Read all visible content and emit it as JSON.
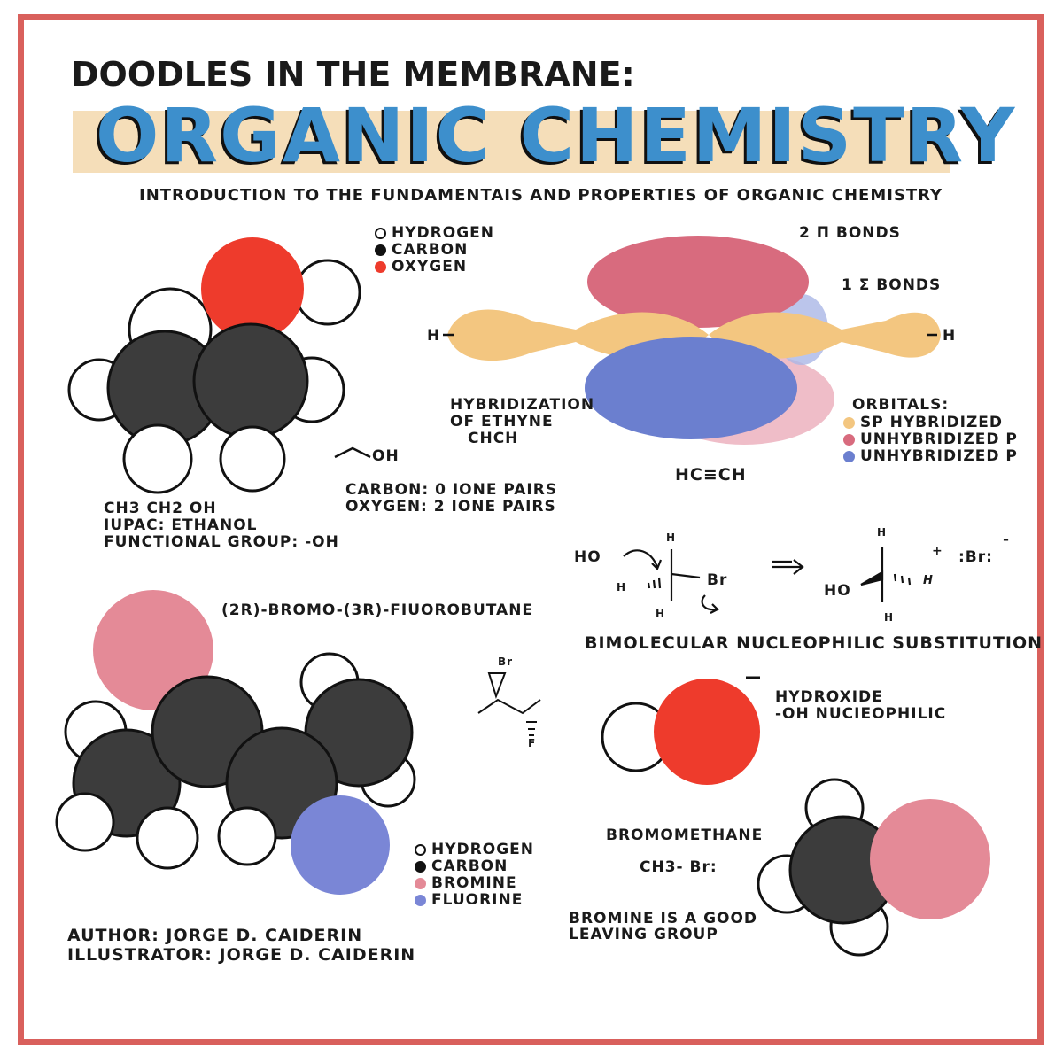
{
  "header": {
    "title_top": "DOODLES IN THE MEMBRANE:",
    "title_main": "ORGANIC CHEMISTRY",
    "subtitle": "INTRODUCTION TO THE FUNDAMENTAIS AND PROPERTIES OF ORGANIC CHEMISTRY"
  },
  "colors": {
    "frame": "#d9605c",
    "carbon": "#3c3c3c",
    "oxygen": "#ee3b2c",
    "bromine": "#e48a97",
    "fluorine": "#7a86d6",
    "sp_orbital": "#f3c680",
    "p_orbital_pink": "#d86b7e",
    "p_orbital_blue": "#6b7fcf",
    "title_blue": "#3d8fcc"
  },
  "ethanol": {
    "legend": [
      {
        "icon": "hydrogen-dot-icon",
        "label": "HYDROGEN"
      },
      {
        "icon": "carbon-dot-icon",
        "label": "CARBON"
      },
      {
        "icon": "oxygen-dot-icon",
        "label": "OXYGEN"
      }
    ],
    "skeletal_oh": "OH",
    "lone_pairs_carbon": "CARBON: 0 IONE PAIRS",
    "lone_pairs_oxygen": "OXYGEN: 2 IONE PAIRS",
    "formula": "CH3 CH2 OH",
    "iupac": "IUPAC: ETHANOL",
    "functional_group": "FUNCTIONAL GROUP: -OH"
  },
  "ethyne": {
    "pi_bonds": "2 π BONDS",
    "sigma_bonds": "1 σ BONDS",
    "h_left": "H",
    "h_right": "H",
    "hybridization_line1": "HYBRIDIZATION",
    "hybridization_line2": "OF ETHYNE",
    "hybridization_line3": "CHCH",
    "formula": "HC≡CH",
    "orbitals_title": "ORBITALS:",
    "orbital_legend": [
      {
        "icon": "sp-orbital-dot-icon",
        "label": "SP HYBRIDIZED"
      },
      {
        "icon": "unhybridized-p-pink-dot-icon",
        "label": "UNHYBRIDIZED P"
      },
      {
        "icon": "unhybridized-p-blue-dot-icon",
        "label": "UNHYBRIDIZED P"
      }
    ]
  },
  "sn2": {
    "ho": "HO",
    "h_top": "H",
    "h_left": "H",
    "h_bottom": "H",
    "br": "Br",
    "product_h_top": "H",
    "product_ho": "HO",
    "product_h_right": "H",
    "product_h_bottom": "H",
    "plus": "+",
    "br_ion": ":Br:",
    "minus": "-",
    "title": "BIMOLECULAR NUCLEOPHILIC SUBSTITUTION"
  },
  "bromofluorobutane": {
    "name": "(2R)-BROMO-(3R)-FIUOROBUTANE",
    "skeletal_br": "Br",
    "skeletal_f": "F",
    "legend": [
      {
        "icon": "hydrogen-dot-icon",
        "label": "HYDROGEN"
      },
      {
        "icon": "carbon-dot-icon",
        "label": "CARBON"
      },
      {
        "icon": "bromine-dot-icon",
        "label": "BROMINE"
      },
      {
        "icon": "fluorine-dot-icon",
        "label": "FLUORINE"
      }
    ]
  },
  "hydroxide": {
    "charge": "−",
    "label1": "HYDROXIDE",
    "label2": "-OH NUCIEOPHILIC"
  },
  "bromomethane": {
    "name": "BROMOMETHANE",
    "formula": "CH3- Br:",
    "note1": "BROMINE IS A GOOD",
    "note2": "LEAVING GROUP"
  },
  "credits": {
    "author": "AUTHOR: JORGE D. CAIDERIN",
    "illustrator": "ILLUSTRATOR: JORGE D. CAIDERIN"
  }
}
